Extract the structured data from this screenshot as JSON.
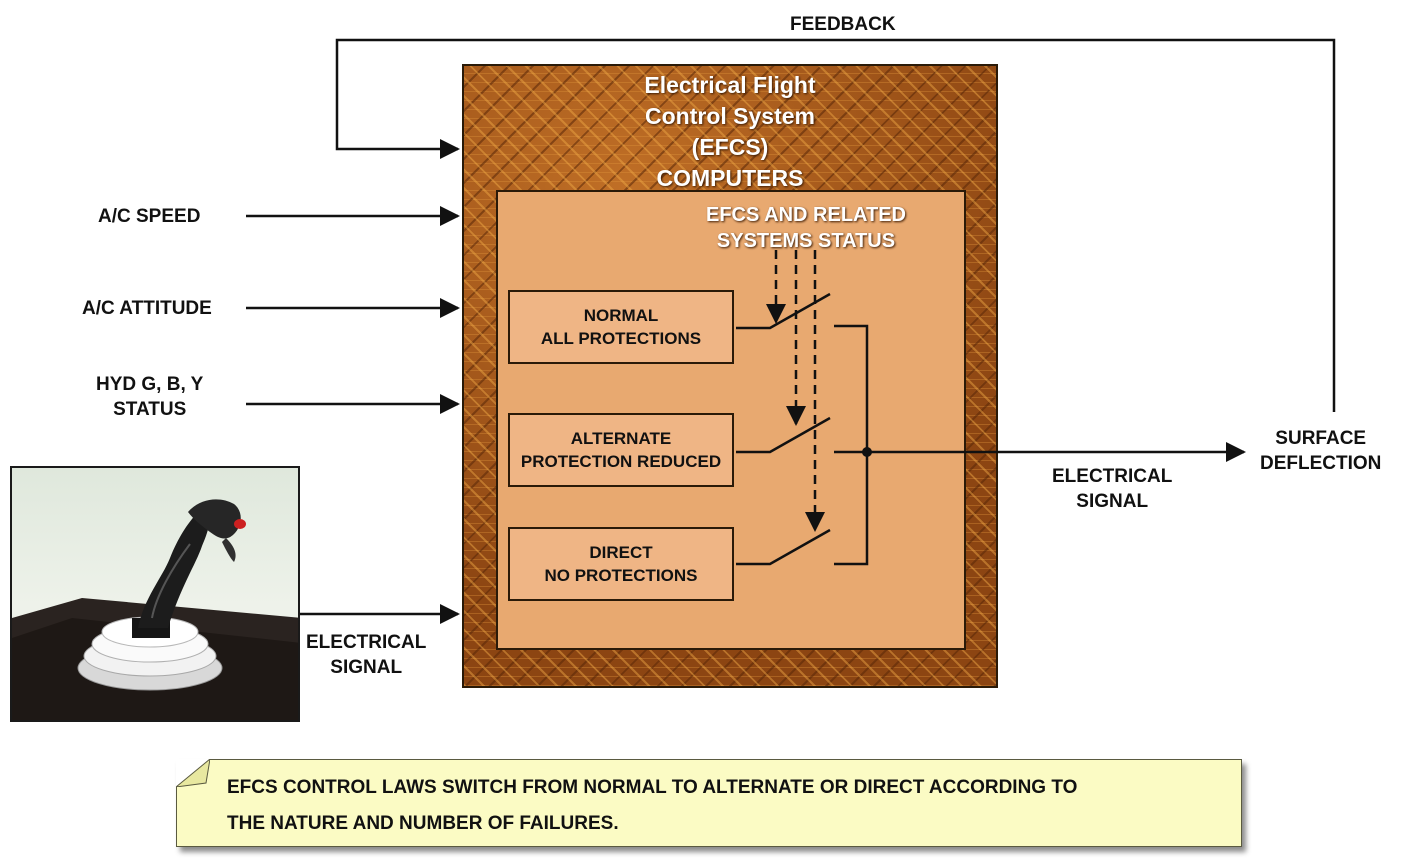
{
  "feedback_label": "FEEDBACK",
  "efcs": {
    "title_lines": [
      "Electrical Flight",
      "Control System",
      "(EFCS)",
      "COMPUTERS"
    ],
    "status_lines": [
      "EFCS AND RELATED",
      "SYSTEMS STATUS"
    ]
  },
  "inputs": {
    "speed": "A/C SPEED",
    "attitude": "A/C ATTITUDE",
    "hyd_lines": [
      "HYD G, B, Y",
      "STATUS"
    ]
  },
  "laws": [
    {
      "lines": [
        "NORMAL",
        "ALL PROTECTIONS"
      ]
    },
    {
      "lines": [
        "ALTERNATE",
        "PROTECTION REDUCED"
      ]
    },
    {
      "lines": [
        "DIRECT",
        "NO PROTECTIONS"
      ]
    }
  ],
  "output": {
    "signal_lines": [
      "ELECTRICAL",
      "SIGNAL"
    ],
    "surface_lines": [
      "SURFACE",
      "DEFLECTION"
    ]
  },
  "stick": {
    "signal_lines": [
      "ELECTRICAL",
      "SIGNAL"
    ]
  },
  "note": {
    "lines": [
      "EFCS CONTROL LAWS SWITCH FROM NORMAL TO ALTERNATE OR DIRECT ACCORDING TO",
      "THE NATURE AND NUMBER OF FAILURES."
    ]
  },
  "colors": {
    "board": "#a0541a",
    "inner_panel": "#e8a970",
    "law_box": "#efb585",
    "note_bg": "#fbfbc4",
    "line": "#111111"
  }
}
